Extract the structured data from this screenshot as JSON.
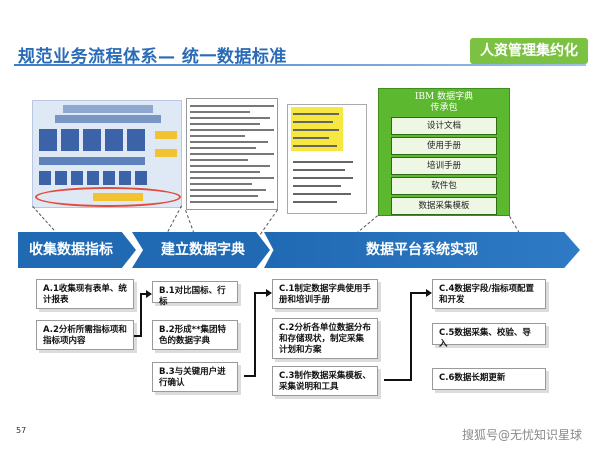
{
  "header": {
    "title": "规范业务流程体系— 统一数据标准",
    "badge": "人资管理集约化"
  },
  "ibm_package": {
    "title": "IBM 数据字典\n传承包",
    "items": [
      "设计文档",
      "使用手册",
      "培训手册",
      "软件包",
      "数据采集模板"
    ]
  },
  "phases": [
    {
      "label": "收集数据指标"
    },
    {
      "label": "建立数据字典"
    },
    {
      "label": "数据平台系统实现"
    }
  ],
  "steps": {
    "a1": "A.1收集现有表单、统计报表",
    "a2": "A.2分析所需指标项和指标项内容",
    "b1": "B.1对比国标、行标",
    "b2": "B.2形成**集团特色的数据字典",
    "b3": "B.3与关键用户进行确认",
    "c1": "C.1制定数据字典使用手册和培训手册",
    "c2": "C.2分析各单位数据分布和存储现状，制定采集计划和方案",
    "c3": "C.3制作数据采集模板、采集说明和工具",
    "c4": "C.4数据字段/指标项配置和开发",
    "c5": "C.5数据采集、校验、导入",
    "c6": "C.6数据长期更新"
  },
  "footer": {
    "page": "57",
    "watermark": "搜狐号@无忧知识星球"
  }
}
